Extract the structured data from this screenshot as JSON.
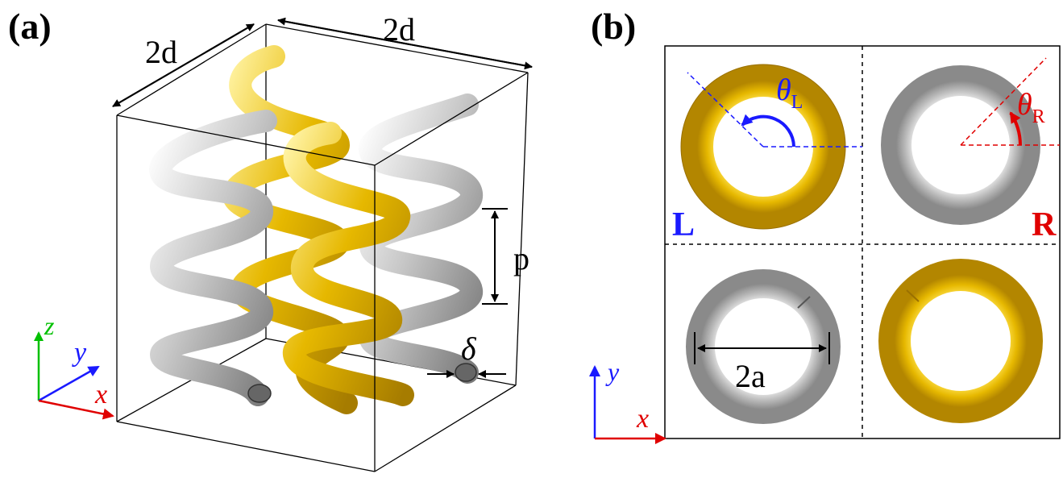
{
  "panel_a": {
    "label": "(a)",
    "dim_width": "2d",
    "dim_depth": "2d",
    "dim_pitch": "p",
    "dim_delta": "δ",
    "axes": {
      "x": "x",
      "y": "y",
      "z": "z"
    }
  },
  "panel_b": {
    "label": "(b)",
    "theta_L": {
      "symbol": "θ",
      "subscript": "L"
    },
    "theta_R": {
      "symbol": "θ",
      "subscript": "R"
    },
    "quad_left_label": "L",
    "quad_right_label": "R",
    "dim_diameter": "2a",
    "axes": {
      "x": "x",
      "y": "y"
    }
  },
  "colors": {
    "gold": "#e6b800",
    "gold_dark": "#a67c00",
    "silver": "#c8c8c8",
    "silver_dark": "#7a7a7a",
    "blue": "#1a1aff",
    "red": "#e00000",
    "green": "#00c000",
    "line": "#000000"
  }
}
